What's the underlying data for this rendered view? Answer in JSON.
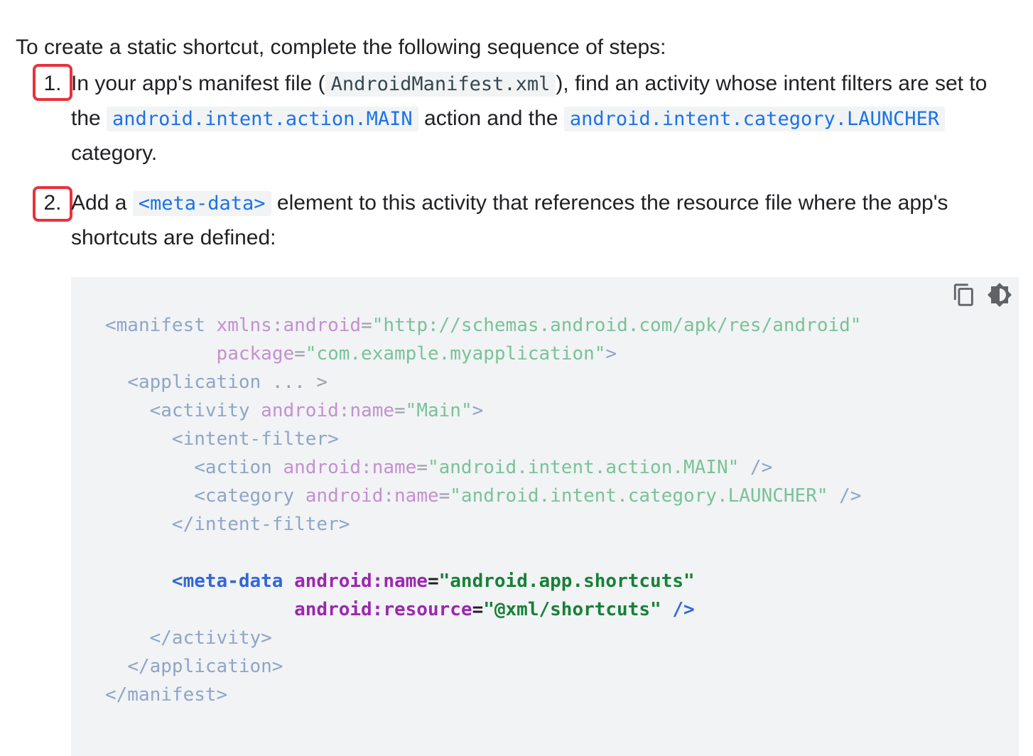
{
  "intro": "To create a static shortcut, complete the following sequence of steps:",
  "steps": [
    {
      "number": "1.",
      "text_a": "In your app's manifest file (",
      "code_a": "AndroidManifest.xml",
      "text_b": "), find an activity whose intent filters are set to the ",
      "code_b": "android.intent.action.MAIN",
      "text_c": " action and the ",
      "code_c": "android.intent.category.LAUNCHER",
      "text_d": " category."
    },
    {
      "number": "2.",
      "text_a": "Add a ",
      "code_a": "<meta-data>",
      "text_b": " element to this activity that references the resource file where the app's shortcuts are defined:"
    }
  ],
  "code_toolbar": {
    "copy_icon": "copy-icon",
    "theme_icon": "dark-mode-toggle-icon"
  },
  "code": {
    "l1_tag": "<manifest",
    "l1_attr": "xmlns:android",
    "l1_eq": "=",
    "l1_val": "\"http://schemas.android.com/apk/res/android\"",
    "l2_attr": "package",
    "l2_eq": "=",
    "l2_val": "\"com.example.myapplication\"",
    "l2_close": ">",
    "l3_tag": "<application",
    "l3_rest": "... >",
    "l4_tag": "<activity",
    "l4_attr": "android:name",
    "l4_eq": "=",
    "l4_val": "\"Main\"",
    "l4_close": ">",
    "l5_tag": "<intent-filter>",
    "l6_tag": "<action",
    "l6_attr": "android:name",
    "l6_eq": "=",
    "l6_val": "\"android.intent.action.MAIN\"",
    "l6_close": "/>",
    "l7_tag": "<category",
    "l7_attr": "android:name",
    "l7_eq": "=",
    "l7_val": "\"android.intent.category.LAUNCHER\"",
    "l7_close": "/>",
    "l8_tag": "</intent-filter>",
    "l10_tag": "<meta-data",
    "l10_attr": "android:name",
    "l10_eq": "=",
    "l10_val": "\"android.app.shortcuts\"",
    "l11_attr": "android:resource",
    "l11_eq": "=",
    "l11_val": "\"@xml/shortcuts\"",
    "l11_close": "/>",
    "l12_tag": "</activity>",
    "l13_tag": "</application>",
    "l14_tag": "</manifest>"
  },
  "colors": {
    "highlight": "#e8323c",
    "code_bg": "#f1f3f4",
    "link_code": "#1a73e8"
  }
}
